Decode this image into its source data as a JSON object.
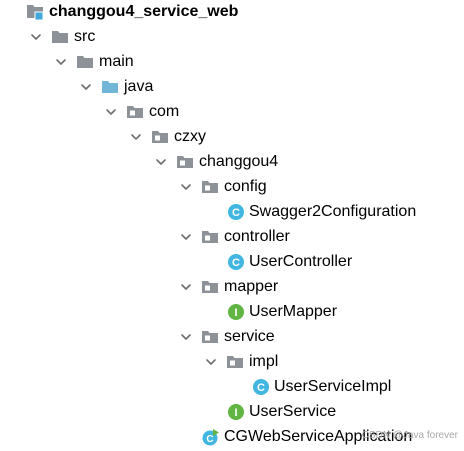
{
  "project_tree": {
    "root": {
      "label": "changgou4_service_web",
      "icon": "module-folder-icon"
    },
    "src": {
      "label": "src",
      "icon": "folder-icon"
    },
    "main": {
      "label": "main",
      "icon": "folder-icon"
    },
    "java": {
      "label": "java",
      "icon": "source-root-folder-icon"
    },
    "com": {
      "label": "com",
      "icon": "package-icon"
    },
    "czxy": {
      "label": "czxy",
      "icon": "package-icon"
    },
    "changgou4": {
      "label": "changgou4",
      "icon": "package-icon"
    },
    "config": {
      "label": "config",
      "icon": "package-icon"
    },
    "swagger_config": {
      "label": "Swagger2Configuration",
      "icon": "class-icon"
    },
    "controller": {
      "label": "controller",
      "icon": "package-icon"
    },
    "user_controller": {
      "label": "UserController",
      "icon": "class-icon"
    },
    "mapper": {
      "label": "mapper",
      "icon": "package-icon"
    },
    "user_mapper": {
      "label": "UserMapper",
      "icon": "interface-icon"
    },
    "service": {
      "label": "service",
      "icon": "package-icon"
    },
    "impl": {
      "label": "impl",
      "icon": "package-icon"
    },
    "user_service_impl": {
      "label": "UserServiceImpl",
      "icon": "class-icon"
    },
    "user_service": {
      "label": "UserService",
      "icon": "interface-icon"
    },
    "application": {
      "label": "CGWebServiceApplication",
      "icon": "spring-boot-application-icon"
    }
  },
  "watermark": "CSDN @Java forever",
  "colors": {
    "folder": "#8d9299",
    "source_folder": "#72b6d8",
    "class_badge": "#40b6e0",
    "interface_badge": "#62b543",
    "arrow": "#6e6e6e"
  }
}
